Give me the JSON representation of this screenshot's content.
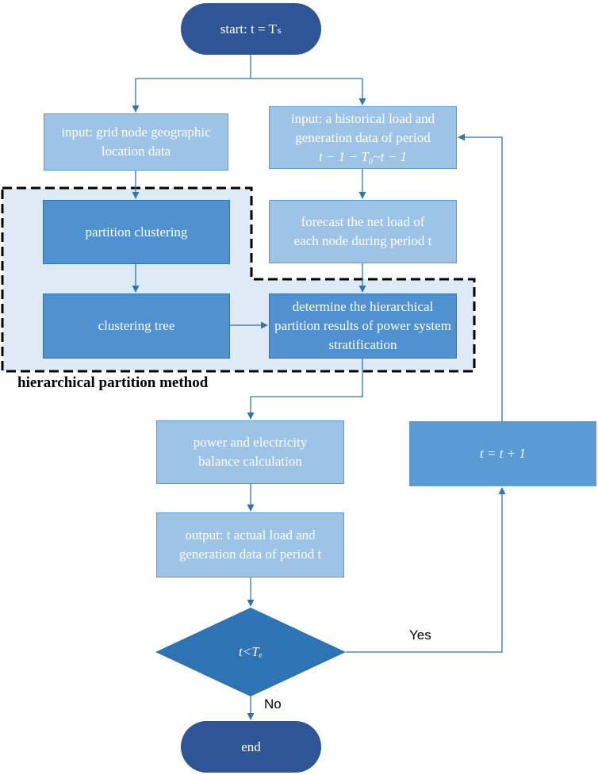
{
  "nodes": {
    "start": "start: t = Tₛ",
    "input_geo": "input: grid node geographic location data",
    "input_hist_1": "input:  a historical load and",
    "input_hist_2": "generation data of period",
    "input_hist_3": "t − 1 − T₀~t − 1",
    "partition_clustering": "partition clustering",
    "forecast_1": "forecast the net load of",
    "forecast_2": "each node during period t",
    "clustering_tree": "clustering tree",
    "determine": "determine the hierarchical partition results of power system stratification",
    "balance": "power and electricity balance calculation",
    "output_1": "output: t actual load and",
    "output_2": "generation data of period t",
    "decision": "t<Tₑ",
    "increment": "t = t + 1",
    "end": "end"
  },
  "group_label": "hierarchical partition method",
  "edge_labels": {
    "yes": "Yes",
    "no": "No"
  },
  "colors": {
    "pill": "#2f5597",
    "light_box": "#9dc3e6",
    "mid_box": "#4f91d1",
    "decision": "#2e74b5",
    "arrow": "#2e75b6",
    "group_fill": "#deebf7",
    "group_border": "#000000"
  }
}
